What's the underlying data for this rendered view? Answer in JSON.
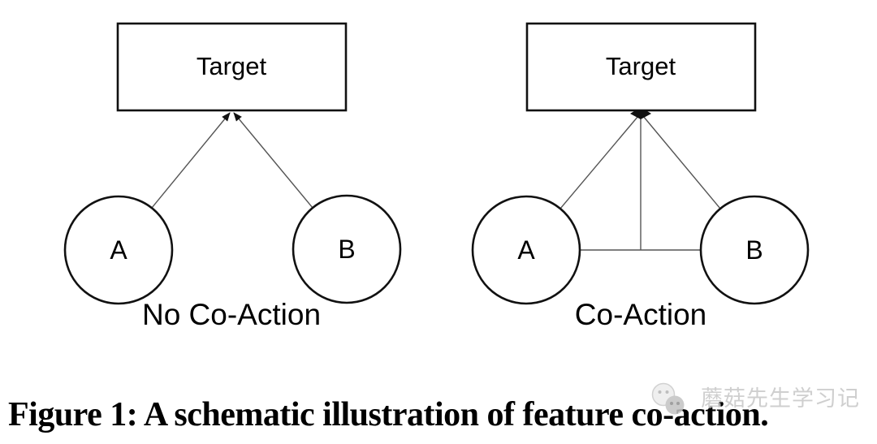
{
  "figure": {
    "diagrams": [
      {
        "id": "no-co-action",
        "target_label": "Target",
        "node_a_label": "A",
        "node_b_label": "B",
        "caption": "No Co-Action"
      },
      {
        "id": "co-action",
        "target_label": "Target",
        "node_a_label": "A",
        "node_b_label": "B",
        "caption": "Co-Action"
      }
    ],
    "caption": "Figure 1: A schematic illustration of feature co-action.",
    "watermark": {
      "icon": "two-faces-icon",
      "text": "蘑菇先生学习记"
    },
    "colors": {
      "background": "#ffffff",
      "shape_stroke": "#111111",
      "connector_stroke": "#555555",
      "text": "#000000",
      "watermark_gray": "#c7c7c7"
    }
  }
}
